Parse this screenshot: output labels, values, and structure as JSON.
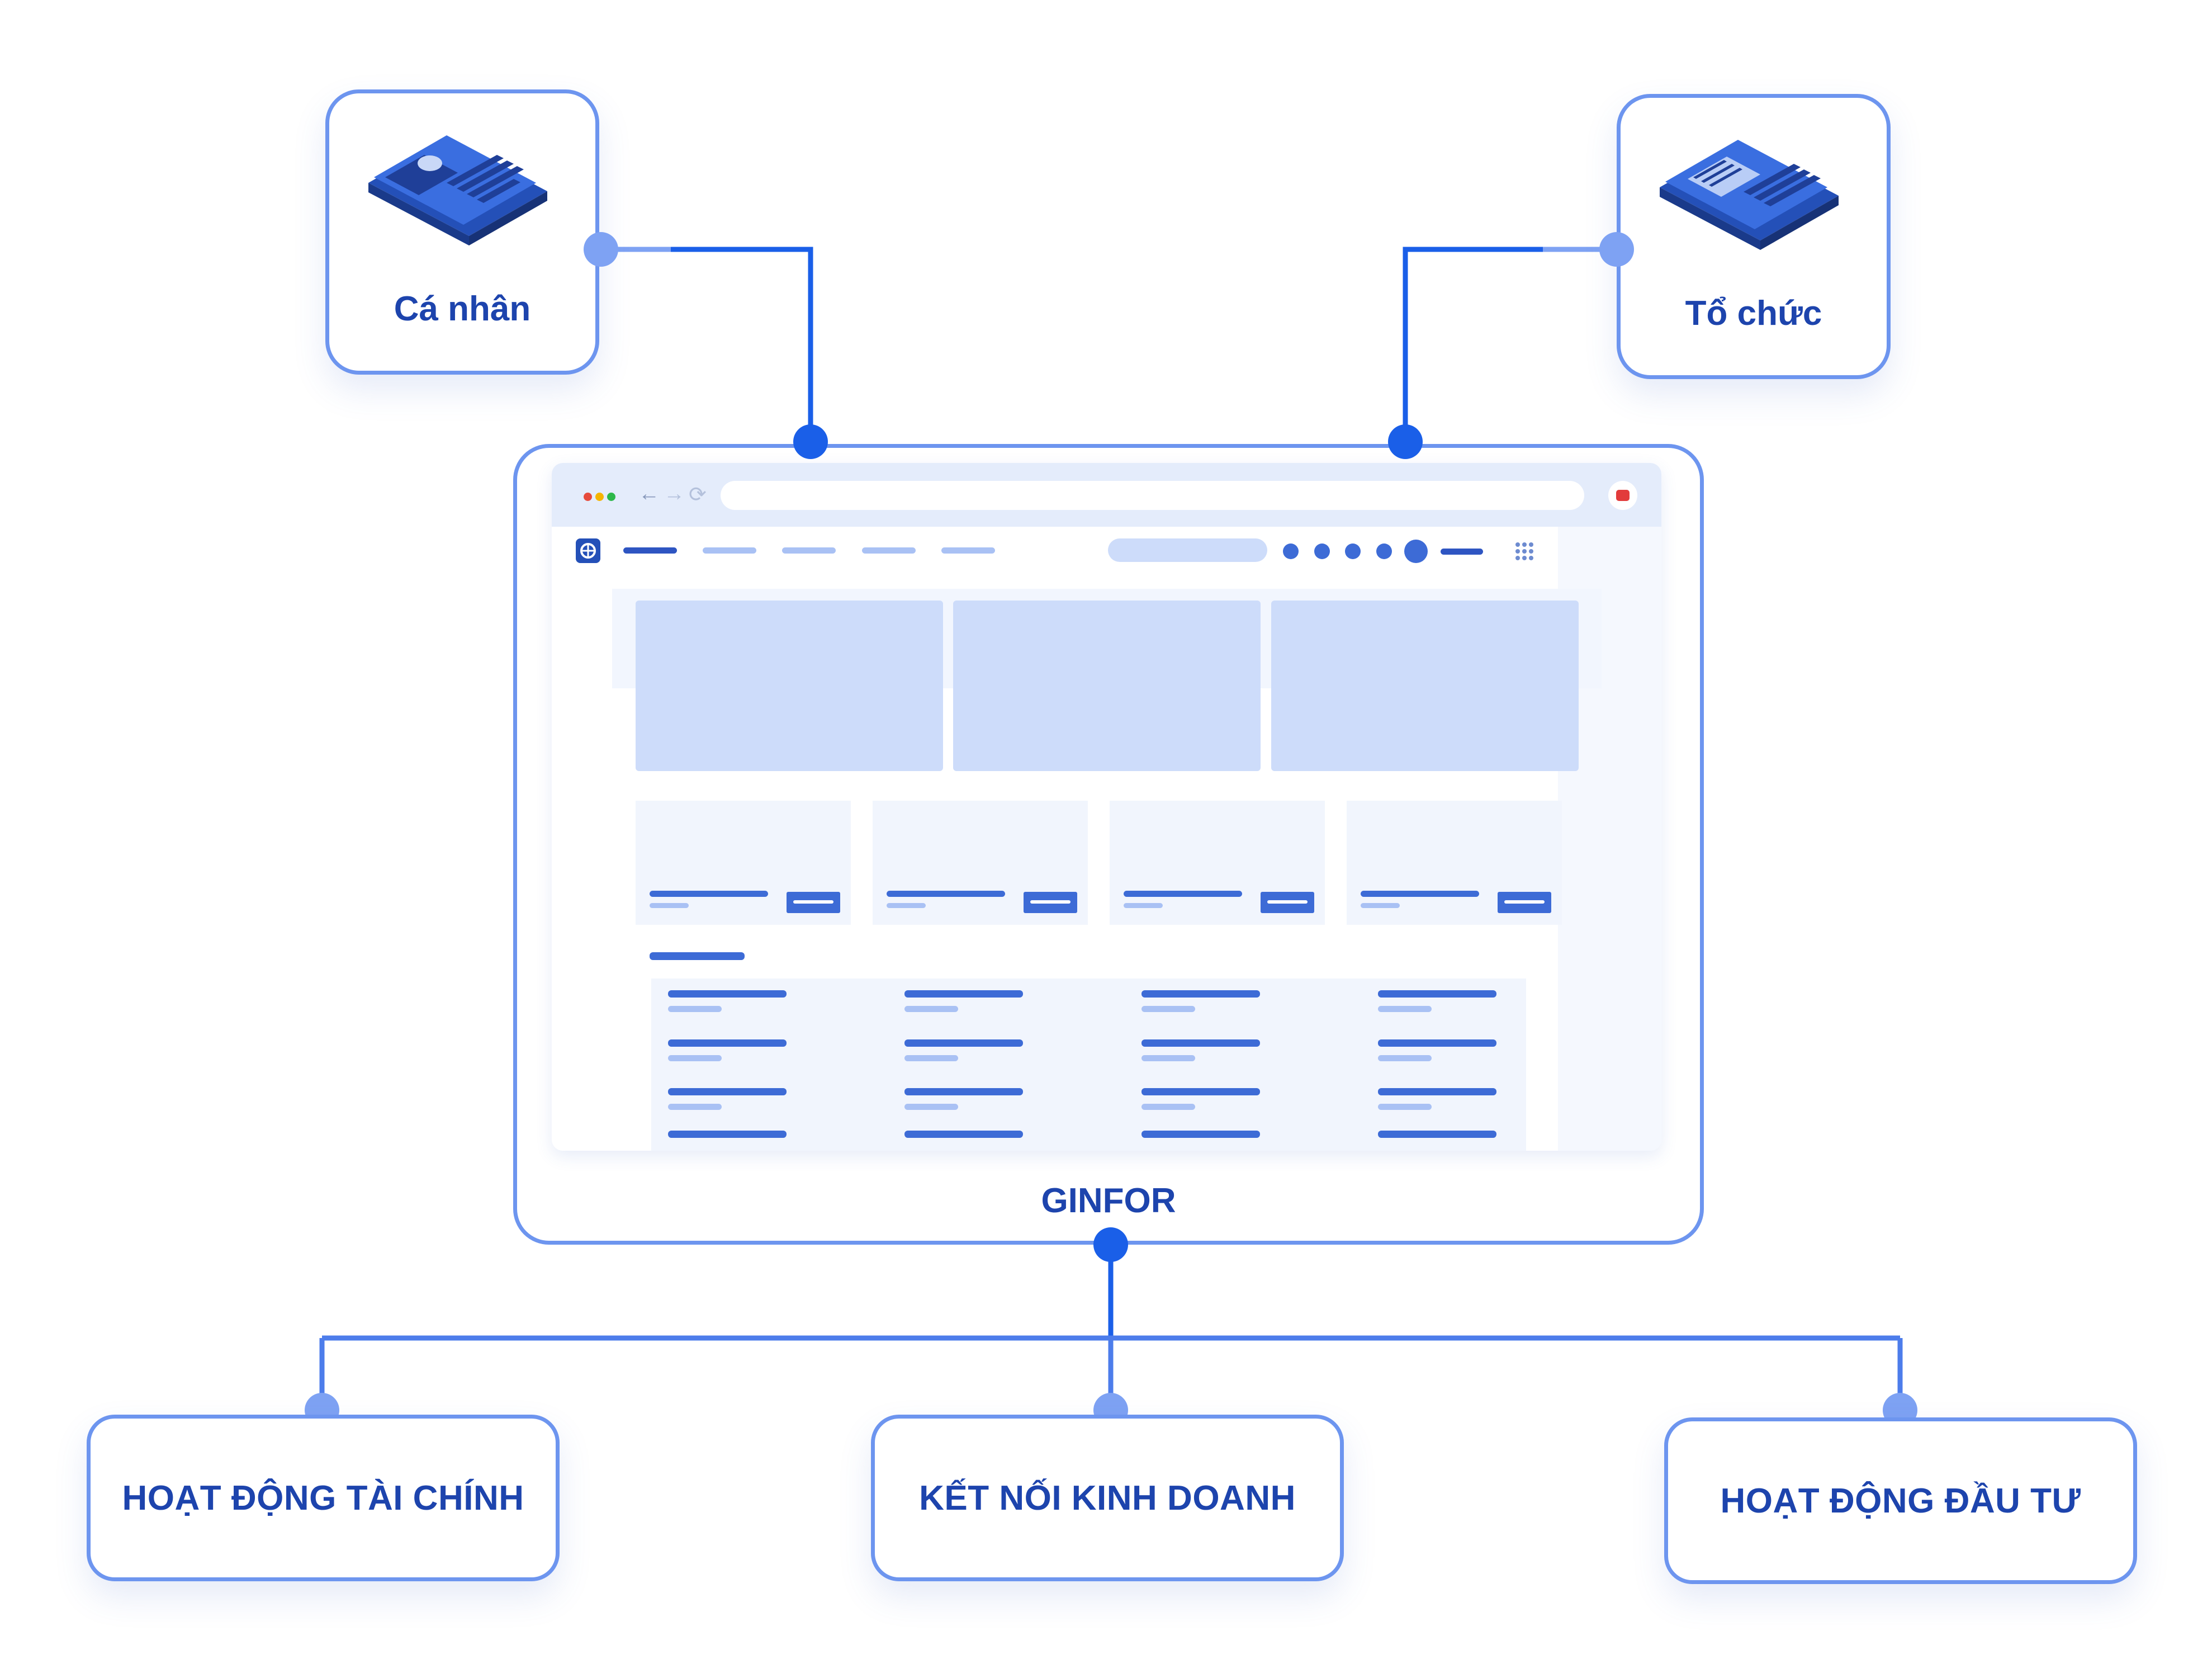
{
  "top_nodes": [
    {
      "label": "Cá nhân",
      "icon": "person-id-card-icon"
    },
    {
      "label": "Tổ chức",
      "icon": "organization-document-icon"
    }
  ],
  "center": {
    "label": "GINFOR"
  },
  "bottom_nodes": [
    {
      "label": "HOẠT ĐỘNG TÀI CHÍNH"
    },
    {
      "label": "KẾT NỐI KINH DOANH"
    },
    {
      "label": "HOẠT ĐỘNG ĐẦU TƯ"
    }
  ],
  "colors": {
    "border": "#6d95ef",
    "connector": "#1a5fe8",
    "connector_light": "#7ea2f3",
    "text": "#1d44ad",
    "placeholder": "#cddcfa",
    "bar_dark": "#3d6bd6",
    "bar_light": "#a9c1f4"
  }
}
